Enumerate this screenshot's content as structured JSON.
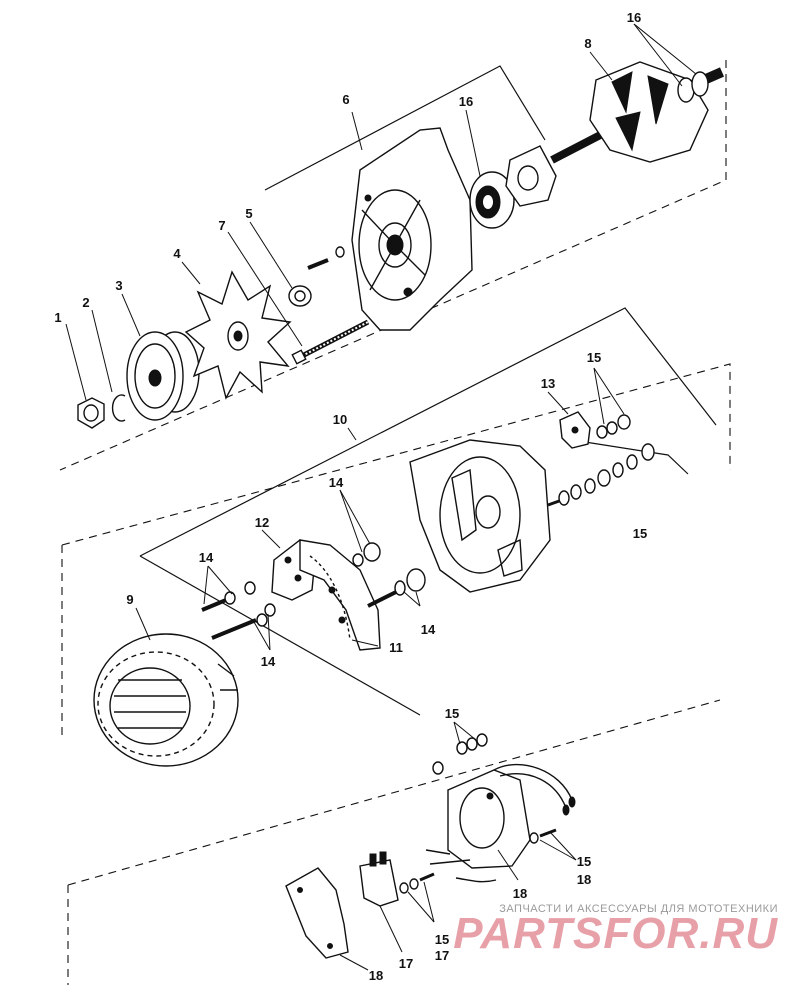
{
  "diagram": {
    "callouts": [
      {
        "id": "c1",
        "text": "1"
      },
      {
        "id": "c2",
        "text": "2"
      },
      {
        "id": "c3",
        "text": "3"
      },
      {
        "id": "c4",
        "text": "4"
      },
      {
        "id": "c5",
        "text": "5"
      },
      {
        "id": "c6",
        "text": "6"
      },
      {
        "id": "c7",
        "text": "7"
      },
      {
        "id": "c8",
        "text": "8"
      },
      {
        "id": "c9",
        "text": "9"
      },
      {
        "id": "c10",
        "text": "10"
      },
      {
        "id": "c11",
        "text": "11"
      },
      {
        "id": "c12",
        "text": "12"
      },
      {
        "id": "c13",
        "text": "13"
      },
      {
        "id": "c14a",
        "text": "14"
      },
      {
        "id": "c14b",
        "text": "14"
      },
      {
        "id": "c14c",
        "text": "14"
      },
      {
        "id": "c14d",
        "text": "14"
      },
      {
        "id": "c15a",
        "text": "15"
      },
      {
        "id": "c15b",
        "text": "15"
      },
      {
        "id": "c15c",
        "text": "15"
      },
      {
        "id": "c15d",
        "text": "15"
      },
      {
        "id": "c15e",
        "text": "15"
      },
      {
        "id": "c16a",
        "text": "16"
      },
      {
        "id": "c16b",
        "text": "16"
      },
      {
        "id": "c17a",
        "text": "17"
      },
      {
        "id": "c17b",
        "text": "17"
      },
      {
        "id": "c18a",
        "text": "18"
      },
      {
        "id": "c18b",
        "text": "18"
      },
      {
        "id": "c18c",
        "text": "18"
      }
    ]
  },
  "watermark": {
    "tagline": "ЗАПЧАСТИ И АКСЕССУАРЫ ДЛЯ МОТОТЕХНИКИ",
    "logo_part1": "PARTS",
    "logo_part2": "FOR.RU",
    "logo_color": "#e8a0a8"
  }
}
